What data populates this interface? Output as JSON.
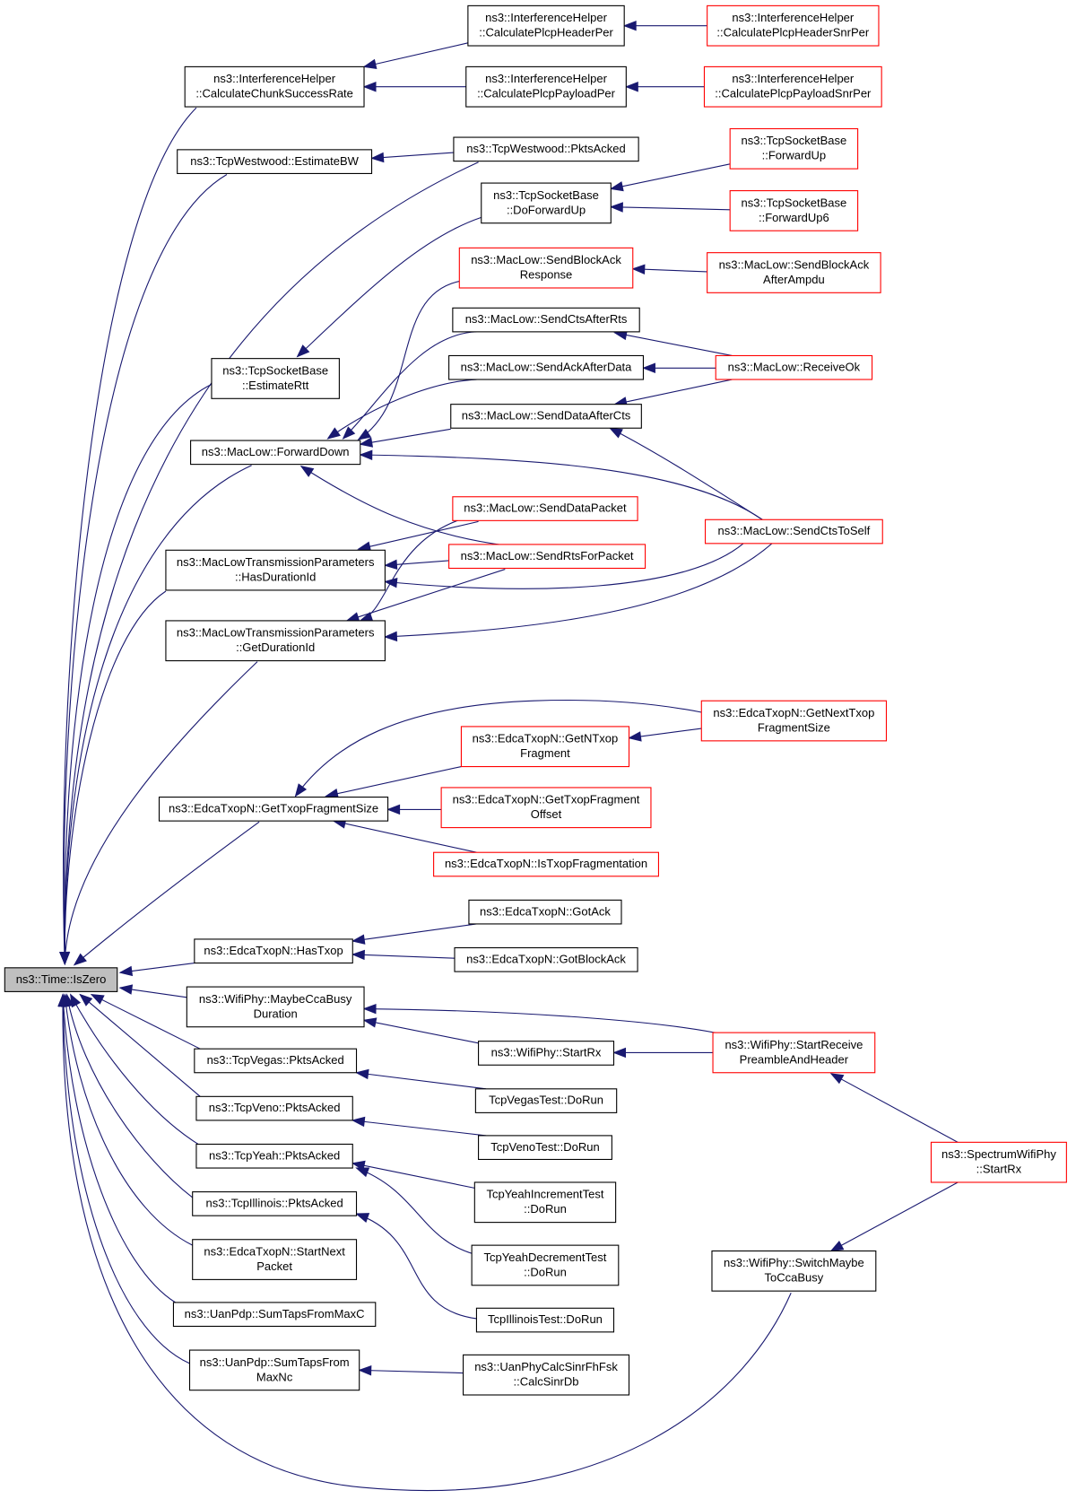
{
  "root": "n_root",
  "colors": {
    "edge": "#191970",
    "normal_border": "#000000",
    "highlight_border": "#ff0000",
    "root_fill": "#bfbfbf"
  },
  "nodes": [
    {
      "id": "n_root",
      "lines": [
        "ns3::Time::IsZero"
      ],
      "style": "root"
    },
    {
      "id": "n_ccsr",
      "lines": [
        "ns3::InterferenceHelper",
        "::CalculateChunkSuccessRate"
      ],
      "style": "normal"
    },
    {
      "id": "n_cphp",
      "lines": [
        "ns3::InterferenceHelper",
        "::CalculatePlcpHeaderPer"
      ],
      "style": "normal"
    },
    {
      "id": "n_cphsp",
      "lines": [
        "ns3::InterferenceHelper",
        "::CalculatePlcpHeaderSnrPer"
      ],
      "style": "red"
    },
    {
      "id": "n_cppp",
      "lines": [
        "ns3::InterferenceHelper",
        "::CalculatePlcpPayloadPer"
      ],
      "style": "normal"
    },
    {
      "id": "n_cppsp",
      "lines": [
        "ns3::InterferenceHelper",
        "::CalculatePlcpPayloadSnrPer"
      ],
      "style": "red"
    },
    {
      "id": "n_twebw",
      "lines": [
        "ns3::TcpWestwood::EstimateBW"
      ],
      "style": "normal"
    },
    {
      "id": "n_twpa",
      "lines": [
        "ns3::TcpWestwood::PktsAcked"
      ],
      "style": "normal"
    },
    {
      "id": "n_tsbfu",
      "lines": [
        "ns3::TcpSocketBase",
        "::ForwardUp"
      ],
      "style": "red"
    },
    {
      "id": "n_tsbdfu",
      "lines": [
        "ns3::TcpSocketBase",
        "::DoForwardUp"
      ],
      "style": "normal"
    },
    {
      "id": "n_tsbfu6",
      "lines": [
        "ns3::TcpSocketBase",
        "::ForwardUp6"
      ],
      "style": "red"
    },
    {
      "id": "n_mlsbar",
      "lines": [
        "ns3::MacLow::SendBlockAck",
        "Response"
      ],
      "style": "red"
    },
    {
      "id": "n_mlsbaaa",
      "lines": [
        "ns3::MacLow::SendBlockAck",
        "AfterAmpdu"
      ],
      "style": "red"
    },
    {
      "id": "n_mlscar",
      "lines": [
        "ns3::MacLow::SendCtsAfterRts"
      ],
      "style": "normal"
    },
    {
      "id": "n_tsber",
      "lines": [
        "ns3::TcpSocketBase",
        "::EstimateRtt"
      ],
      "style": "normal"
    },
    {
      "id": "n_mlsaad",
      "lines": [
        "ns3::MacLow::SendAckAfterData"
      ],
      "style": "normal"
    },
    {
      "id": "n_mlro",
      "lines": [
        "ns3::MacLow::ReceiveOk"
      ],
      "style": "red"
    },
    {
      "id": "n_mlsdac",
      "lines": [
        "ns3::MacLow::SendDataAfterCts"
      ],
      "style": "normal"
    },
    {
      "id": "n_mlfd",
      "lines": [
        "ns3::MacLow::ForwardDown"
      ],
      "style": "normal"
    },
    {
      "id": "n_mlsdp",
      "lines": [
        "ns3::MacLow::SendDataPacket"
      ],
      "style": "red"
    },
    {
      "id": "n_mlscts",
      "lines": [
        "ns3::MacLow::SendCtsToSelf"
      ],
      "style": "red"
    },
    {
      "id": "n_mltphdi",
      "lines": [
        "ns3::MacLowTransmissionParameters",
        "::HasDurationId"
      ],
      "style": "normal"
    },
    {
      "id": "n_mlsrfp",
      "lines": [
        "ns3::MacLow::SendRtsForPacket"
      ],
      "style": "red"
    },
    {
      "id": "n_mltpgdi",
      "lines": [
        "ns3::MacLowTransmissionParameters",
        "::GetDurationId"
      ],
      "style": "normal"
    },
    {
      "id": "n_etgntfs",
      "lines": [
        "ns3::EdcaTxopN::GetNextTxop",
        "FragmentSize"
      ],
      "style": "red"
    },
    {
      "id": "n_etgntf",
      "lines": [
        "ns3::EdcaTxopN::GetNTxop",
        "Fragment"
      ],
      "style": "red"
    },
    {
      "id": "n_etgtfo",
      "lines": [
        "ns3::EdcaTxopN::GetTxopFragment",
        "Offset"
      ],
      "style": "red"
    },
    {
      "id": "n_etgtfs",
      "lines": [
        "ns3::EdcaTxopN::GetTxopFragmentSize"
      ],
      "style": "normal"
    },
    {
      "id": "n_etitf",
      "lines": [
        "ns3::EdcaTxopN::IsTxopFragmentation"
      ],
      "style": "red"
    },
    {
      "id": "n_etga",
      "lines": [
        "ns3::EdcaTxopN::GotAck"
      ],
      "style": "normal"
    },
    {
      "id": "n_etht",
      "lines": [
        "ns3::EdcaTxopN::HasTxop"
      ],
      "style": "normal"
    },
    {
      "id": "n_etgba",
      "lines": [
        "ns3::EdcaTxopN::GotBlockAck"
      ],
      "style": "normal"
    },
    {
      "id": "n_wpmcbd",
      "lines": [
        "ns3::WifiPhy::MaybeCcaBusy",
        "Duration"
      ],
      "style": "normal"
    },
    {
      "id": "n_wpsrph",
      "lines": [
        "ns3::WifiPhy::StartReceive",
        "PreambleAndHeader"
      ],
      "style": "red"
    },
    {
      "id": "n_wpsr",
      "lines": [
        "ns3::WifiPhy::StartRx"
      ],
      "style": "normal"
    },
    {
      "id": "n_tvgpa",
      "lines": [
        "ns3::TcpVegas::PktsAcked"
      ],
      "style": "normal"
    },
    {
      "id": "n_tvgtdr",
      "lines": [
        "TcpVegasTest::DoRun"
      ],
      "style": "normal"
    },
    {
      "id": "n_tvnpa",
      "lines": [
        "ns3::TcpVeno::PktsAcked"
      ],
      "style": "normal"
    },
    {
      "id": "n_tvntdr",
      "lines": [
        "TcpVenoTest::DoRun"
      ],
      "style": "normal"
    },
    {
      "id": "n_swpsr",
      "lines": [
        "ns3::SpectrumWifiPhy",
        "::StartRx"
      ],
      "style": "red"
    },
    {
      "id": "n_tyhpa",
      "lines": [
        "ns3::TcpYeah::PktsAcked"
      ],
      "style": "normal"
    },
    {
      "id": "n_tyitdr",
      "lines": [
        "TcpYeahIncrementTest",
        "::DoRun"
      ],
      "style": "normal"
    },
    {
      "id": "n_tilpa",
      "lines": [
        "ns3::TcpIllinois::PktsAcked"
      ],
      "style": "normal"
    },
    {
      "id": "n_etsnp",
      "lines": [
        "ns3::EdcaTxopN::StartNext",
        "Packet"
      ],
      "style": "normal"
    },
    {
      "id": "n_tydtdr",
      "lines": [
        "TcpYeahDecrementTest",
        "::DoRun"
      ],
      "style": "normal"
    },
    {
      "id": "n_wpsmtcb",
      "lines": [
        "ns3::WifiPhy::SwitchMaybe",
        "ToCcaBusy"
      ],
      "style": "normal"
    },
    {
      "id": "n_upstfmc",
      "lines": [
        "ns3::UanPdp::SumTapsFromMaxC"
      ],
      "style": "normal"
    },
    {
      "id": "n_tiltdr",
      "lines": [
        "TcpIllinoisTest::DoRun"
      ],
      "style": "normal"
    },
    {
      "id": "n_upstfmn",
      "lines": [
        "ns3::UanPdp::SumTapsFrom",
        "MaxNc"
      ],
      "style": "normal"
    },
    {
      "id": "n_upcsfcs",
      "lines": [
        "ns3::UanPhyCalcSinrFhFsk",
        "::CalcSinrDb"
      ],
      "style": "normal"
    }
  ]
}
